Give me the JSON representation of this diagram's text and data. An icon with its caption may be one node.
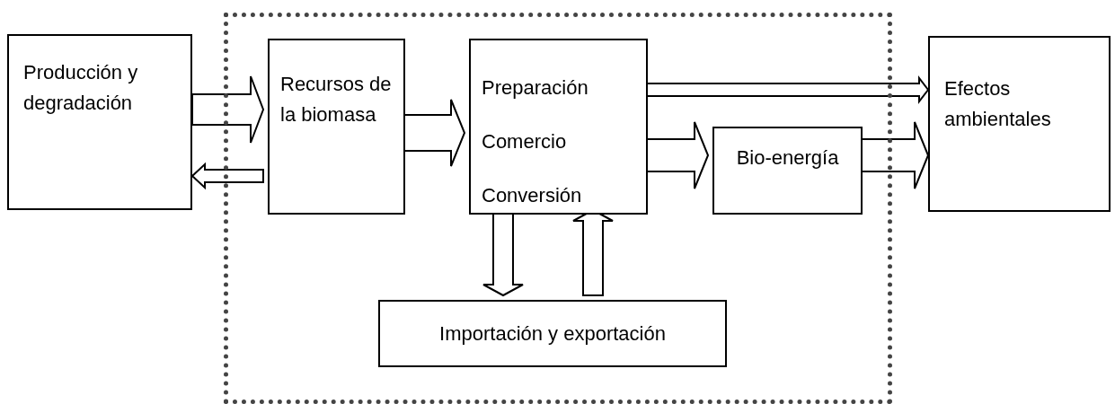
{
  "diagram": {
    "nodes": [
      {
        "text": [
          "Producción y degradación"
        ]
      },
      {
        "text": [],
        "shape": "box"
      },
      {
        "text": [
          "Recursos de la biomasa"
        ],
        "in": 1
      },
      {
        "text": [
          "Preparación",
          "Comercio",
          "Conversión"
        ],
        "in": 1
      },
      {
        "text": [
          "Bio-energía"
        ],
        "in": 1
      },
      {
        "text": [
          "Importación y exportación"
        ],
        "in": 1
      },
      {
        "text": [
          "Efectos ambientales"
        ]
      }
    ],
    "edges": [
      {
        "from": 0,
        "to": 2,
        "arrow": "to"
      },
      {
        "from": 2,
        "to": 0,
        "arrow": "to"
      },
      {
        "from": 2,
        "to": 3,
        "arrow": "to"
      },
      {
        "from": 3,
        "to": 6,
        "arrow": "to"
      },
      {
        "from": 3,
        "to": 4,
        "arrow": "to"
      },
      {
        "from": 4,
        "to": 6,
        "arrow": "to"
      },
      {
        "from": 3,
        "to": 5,
        "arrow": "to"
      },
      {
        "from": 5,
        "to": 3,
        "arrow": "to"
      }
    ]
  }
}
